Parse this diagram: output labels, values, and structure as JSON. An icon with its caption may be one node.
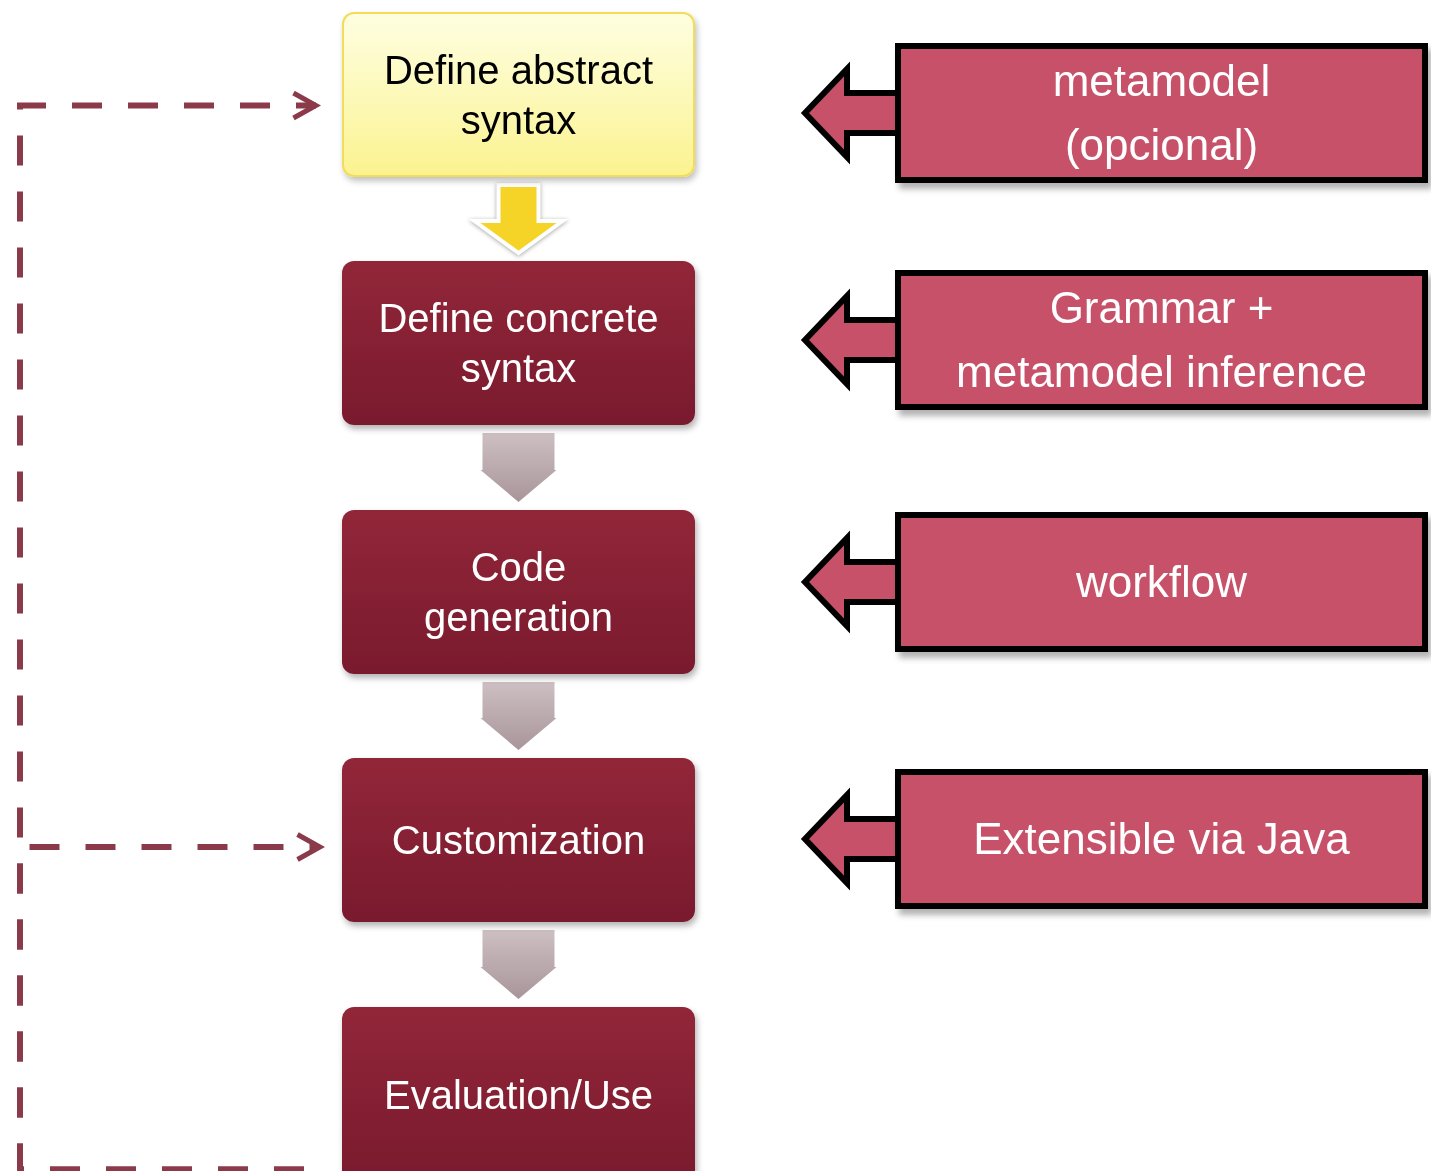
{
  "diagram": {
    "nodes": [
      {
        "text": [
          "Define abstract syntax"
        ]
      },
      {
        "text": [
          "Define concrete syntax"
        ]
      },
      {
        "text": [
          "Code generation"
        ]
      },
      {
        "text": [
          "Customization"
        ]
      },
      {
        "text": [
          "Evaluation/Use"
        ]
      },
      {
        "text": [
          "metamodel (opcional)"
        ]
      },
      {
        "text": [
          "Grammar + metamodel inference"
        ]
      },
      {
        "text": [
          "workflow"
        ]
      },
      {
        "text": [
          "Extensible via Java"
        ]
      }
    ],
    "edges": [
      {
        "from": 0,
        "to": 1,
        "arrow": "to",
        "style": "thick",
        "color": "#f5d327"
      },
      {
        "from": 1,
        "to": 2,
        "arrow": "to",
        "style": "thick"
      },
      {
        "from": 2,
        "to": 3,
        "arrow": "to",
        "style": "thick"
      },
      {
        "from": 3,
        "to": 4,
        "arrow": "to",
        "style": "thick"
      },
      {
        "from": 5,
        "to": null,
        "arrow": "to",
        "style": "thick",
        "color": "#c65168"
      },
      {
        "from": 6,
        "to": null,
        "arrow": "to",
        "style": "thick",
        "color": "#c65168"
      },
      {
        "from": 7,
        "to": null,
        "arrow": "to",
        "style": "thick",
        "color": "#c65168"
      },
      {
        "from": 8,
        "to": null,
        "arrow": "to",
        "style": "thick",
        "color": "#c65168"
      },
      {
        "from": 4,
        "to": 0,
        "arrow": "to",
        "style": "dashed",
        "color": "#8b3a4a"
      },
      {
        "from": 4,
        "to": 3,
        "arrow": "to",
        "style": "dashed",
        "color": "#8b3a4a"
      }
    ]
  }
}
